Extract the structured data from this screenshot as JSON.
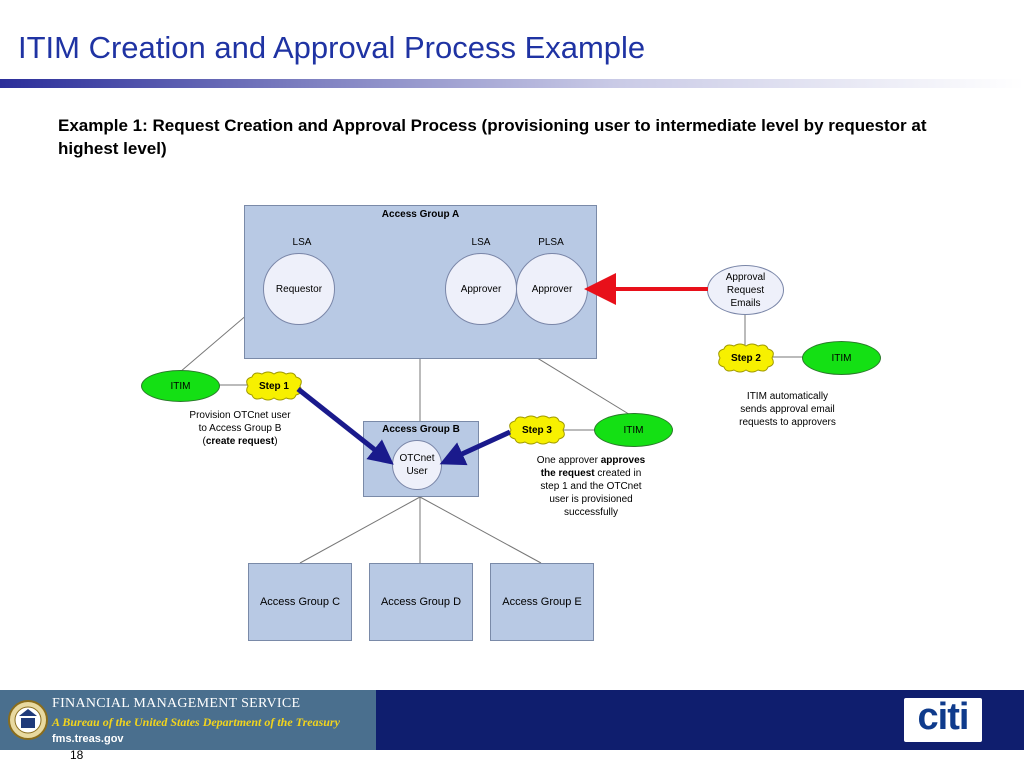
{
  "title": "ITIM Creation and Approval Process Example",
  "subtitle": "Example 1: Request Creation and Approval Process (provisioning user to intermediate level by requestor at highest level)",
  "group_a": {
    "label": "Access Group A",
    "lsa1": "LSA",
    "lsa2": "LSA",
    "plsa": "PLSA",
    "requestor": "Requestor",
    "approver1": "Approver",
    "approver2": "Approver"
  },
  "group_b": {
    "label": "Access Group B",
    "user_line1": "OTCnet",
    "user_line2": "User"
  },
  "approval_emails": {
    "line1": "Approval",
    "line2": "Request",
    "line3": "Emails"
  },
  "itim_left": "ITIM",
  "itim_mid": "ITIM",
  "itim_right": "ITIM",
  "step1": "Step 1",
  "step2": "Step 2",
  "step3": "Step 3",
  "note1": {
    "line1": "Provision OTCnet user",
    "line2": "to Access Group B",
    "line3_pre": "(",
    "line3_bold": "create request",
    "line3_post": ")"
  },
  "note2": {
    "line1": "ITIM automatically",
    "line2": "sends approval email",
    "line3": "requests to approvers"
  },
  "note3": {
    "line1_pre": "One approver ",
    "line1_bold": "approves",
    "line2_bold": "the request",
    "line2_post": " created in",
    "line3": "step 1 and the OTCnet",
    "line4": "user is provisioned",
    "line5": "successfully"
  },
  "group_c": "Access Group C",
  "group_d": "Access Group D",
  "group_e": "Access Group E",
  "footer": {
    "org_line1": "FINANCIAL MANAGEMENT SERVICE",
    "org_line2": "A Bureau of the United States Department of the Treasury",
    "org_line3": "fms.treas.gov",
    "partner": "citi",
    "page_number": "18"
  },
  "colors": {
    "title": "#1f33a3",
    "box": "#b8c9e4",
    "green": "#14e014",
    "yellow": "#f7f000",
    "red_arrow": "#e8101a",
    "blue_arrow": "#1a1a8c"
  }
}
